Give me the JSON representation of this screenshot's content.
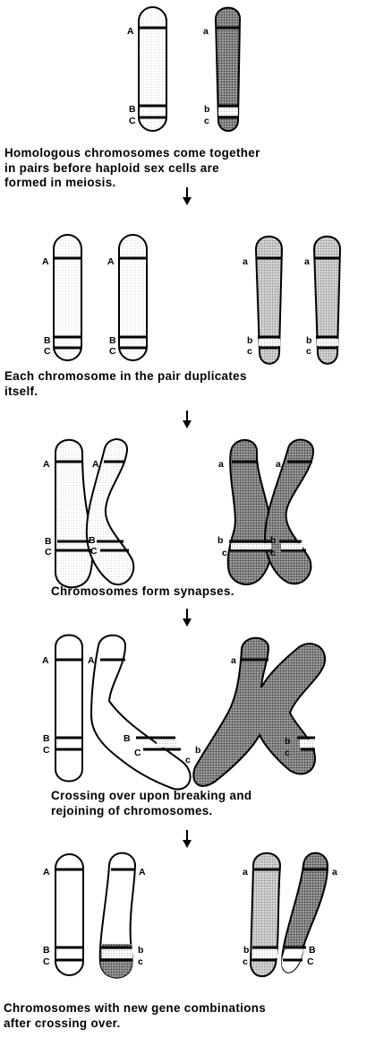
{
  "stages": [
    {
      "caption": [
        "Homologous chromosomes come together",
        "in pairs before haploid sex cells are",
        "formed in meiosis."
      ]
    },
    {
      "caption": [
        "Each chromosome in the pair duplicates",
        "itself."
      ]
    },
    {
      "caption": [
        "Chromosomes form synapses."
      ]
    },
    {
      "caption": [
        "Crossing over upon breaking and",
        "rejoining of chromosomes."
      ]
    },
    {
      "caption": [
        "Chromosomes with new gene combinations",
        "after crossing over."
      ]
    }
  ],
  "gene_labels": {
    "dominant": [
      "A",
      "B",
      "C"
    ],
    "recessive": [
      "a",
      "b",
      "c"
    ]
  },
  "colors": {
    "light_chromosome": "#f2f2f2",
    "dark_chromosome": "#8c8c8c",
    "medium_chromosome": "#b0b0b0",
    "outline": "#000000"
  }
}
